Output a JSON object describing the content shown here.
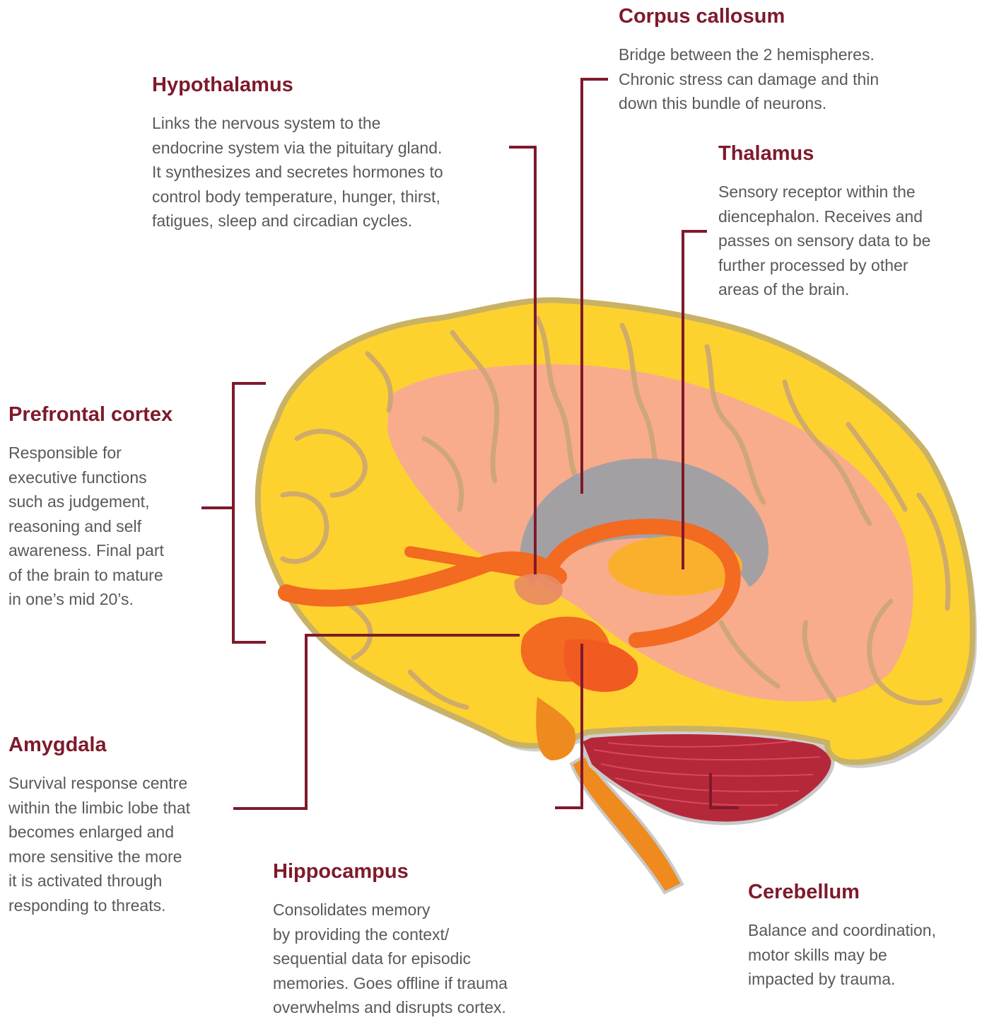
{
  "colors": {
    "leader": "#7e1a2b",
    "title": "#7e1a2b",
    "body_text": "#58595b",
    "cortex": "#fdd22f",
    "cortex_outline": "#c9b266",
    "inner_cortex": "#f8ac8c",
    "corpus_callosum": "#9e9fa4",
    "limbic": "#f36a21",
    "thalamus": "#fbb02d",
    "cerebellum": "#b5283a",
    "brainstem": "#ef8a1f"
  },
  "labels": {
    "corpus_callosum": {
      "title": "Corpus callosum",
      "text": "Bridge between the 2 hemispheres.\nChronic stress can damage and thin\ndown this bundle of neurons."
    },
    "hypothalamus": {
      "title": "Hypothalamus",
      "text": "Links the nervous system to the\nendocrine system via the pituitary gland.\nIt synthesizes and secretes hormones to\ncontrol body temperature, hunger, thirst,\nfatigues, sleep and circadian cycles."
    },
    "thalamus": {
      "title": "Thalamus",
      "text": "Sensory receptor within the\ndiencephalon. Receives and\npasses on sensory data to be\nfurther processed by other\nareas of the brain."
    },
    "prefrontal_cortex": {
      "title": "Prefrontal cortex",
      "text": "Responsible for\nexecutive functions\nsuch as judgement,\nreasoning and self\nawareness. Final part\nof the brain to mature\nin one’s mid 20’s."
    },
    "amygdala": {
      "title": "Amygdala",
      "text": "Survival response centre\nwithin the limbic lobe that\nbecomes enlarged and\nmore sensitive the more\nit is activated through\nresponding to threats."
    },
    "hippocampus": {
      "title": "Hippocampus",
      "text": "Consolidates memory\nby providing the context/\nsequential data for episodic\nmemories. Goes offline if trauma\noverwhelms and disrupts cortex."
    },
    "cerebellum": {
      "title": "Cerebellum",
      "text": "Balance and coordination,\nmotor skills may be\nimpacted by trauma."
    }
  }
}
